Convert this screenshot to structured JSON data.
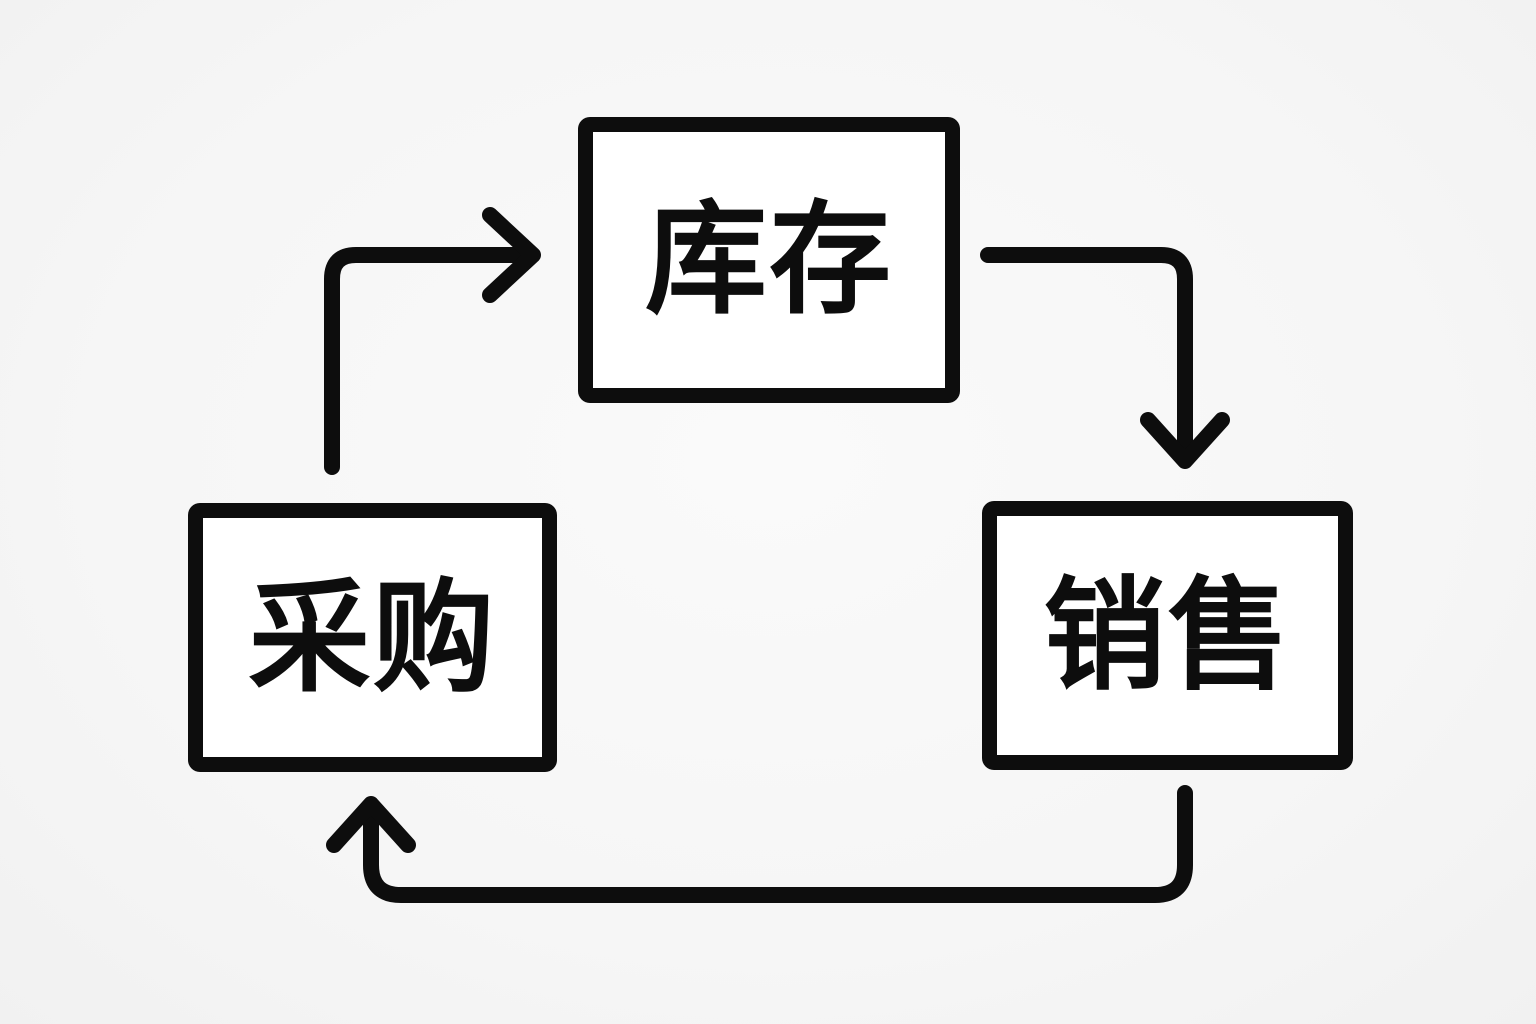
{
  "diagram": {
    "type": "cycle-flowchart",
    "background_color": "#f6f6f6",
    "box_fill_color": "#ffffff",
    "stroke_color": "#0d0d0d",
    "nodes": [
      {
        "id": "inventory",
        "label": "库存",
        "position": "top-center"
      },
      {
        "id": "procurement",
        "label": "采购",
        "position": "bottom-left"
      },
      {
        "id": "sales",
        "label": "销售",
        "position": "bottom-right"
      }
    ],
    "edges": [
      {
        "from": "procurement",
        "to": "inventory",
        "style": "elbow-arrow-up-right"
      },
      {
        "from": "inventory",
        "to": "sales",
        "style": "elbow-arrow-right-down"
      },
      {
        "from": "sales",
        "to": "procurement",
        "style": "elbow-arrow-down-left-up"
      }
    ]
  }
}
